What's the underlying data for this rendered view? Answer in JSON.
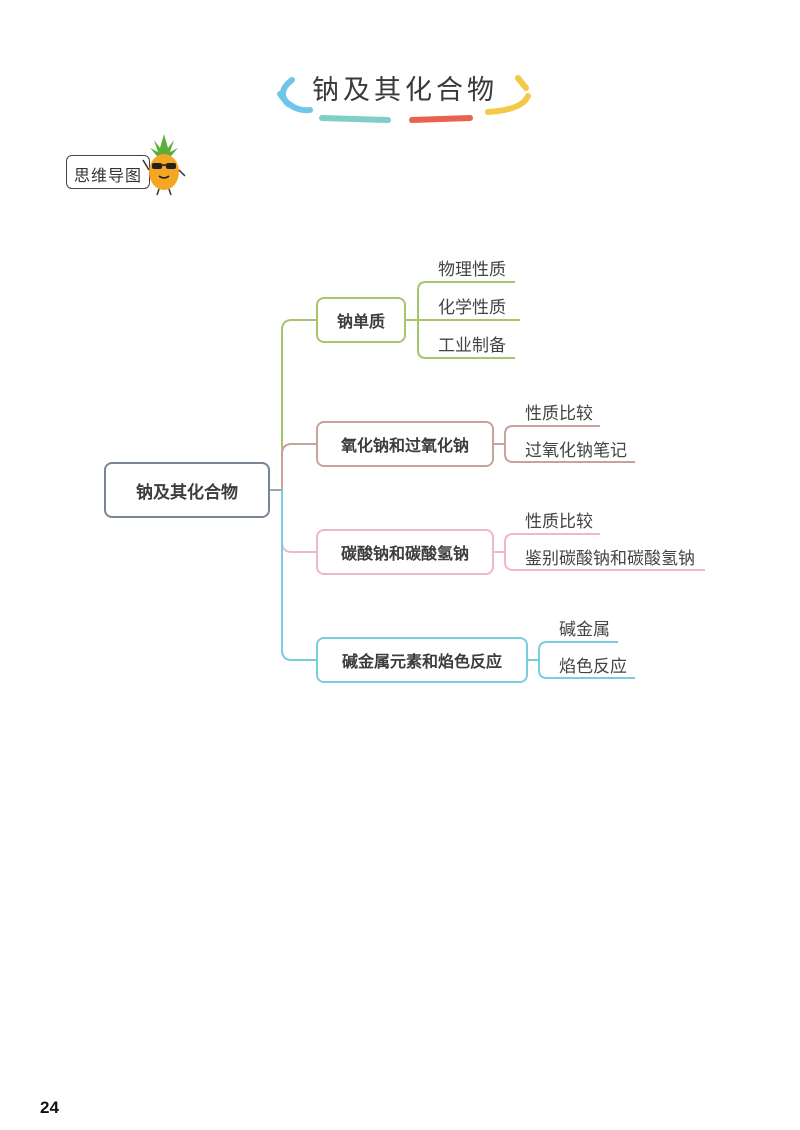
{
  "header": {
    "title": "钠及其化合物",
    "badge_label": "思维导图",
    "mascot": "pineapple-with-sunglasses",
    "decoration_colors": [
      "#6ec6ea",
      "#7fcfc8",
      "#e8634f",
      "#f3c94a"
    ]
  },
  "mindmap": {
    "root": {
      "label": "钠及其化合物",
      "color": "#7a8593"
    },
    "branches": [
      {
        "label": "钠单质",
        "color": "#a9c56b",
        "leaves": [
          "物理性质",
          "化学性质",
          "工业制备"
        ]
      },
      {
        "label": "氧化钠和过氧化钠",
        "color": "#c7a39b",
        "leaves": [
          "性质比较",
          "过氧化钠笔记"
        ]
      },
      {
        "label": "碳酸钠和碳酸氢钠",
        "color": "#f0b7cc",
        "leaves": [
          "性质比较",
          "鉴别碳酸钠和碳酸氢钠"
        ]
      },
      {
        "label": "碱金属元素和焰色反应",
        "color": "#78cfdc",
        "leaves": [
          "碱金属",
          "焰色反应"
        ]
      }
    ]
  },
  "footer": {
    "page_number": "24"
  }
}
